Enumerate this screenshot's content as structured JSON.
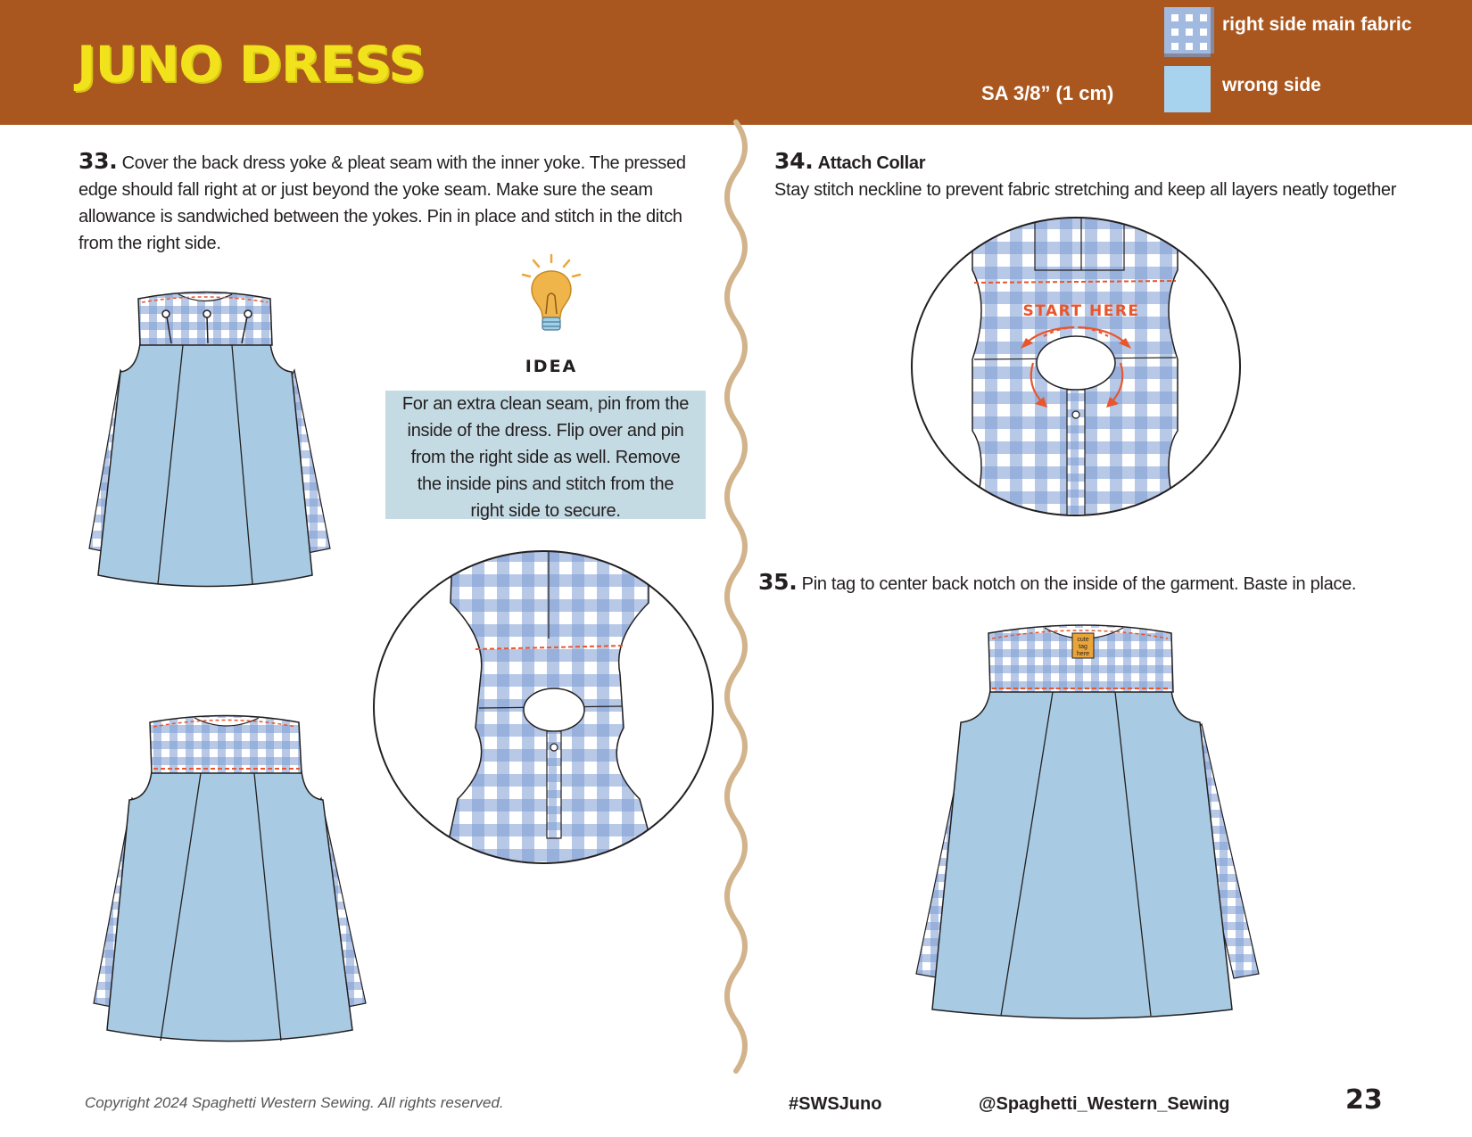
{
  "header": {
    "title": "JUNO DRESS",
    "seam_allowance": "SA 3/8” (1 cm)",
    "legend": [
      {
        "label": "right side main fabric",
        "swatch": "gingham"
      },
      {
        "label": "wrong side",
        "swatch": "light-blue"
      }
    ]
  },
  "colors": {
    "header_bg": "#a9571f",
    "title": "#f2e21c",
    "wrong_side": "#a8cbe3",
    "gingham_blue": "#7b9dd3",
    "idea_box": "#c5dbe4",
    "divider": "#d2b48c",
    "stitch": "#e8562e"
  },
  "steps": [
    {
      "number": "33.",
      "title": "",
      "text": "Cover the back dress yoke & pleat seam with the inner yoke.  The pressed edge should fall right at or just beyond the yoke seam. Make sure the seam allowance is sandwiched between the yokes.  Pin in place and stitch in the ditch from the right side."
    },
    {
      "number": "34.",
      "title": "Attach Collar",
      "text": "Stay stitch neckline to prevent fabric stretching and keep all layers neatly together"
    },
    {
      "number": "35.",
      "title": "",
      "text": "Pin tag to center back notch on the inside of the garment. Baste in place."
    }
  ],
  "idea": {
    "label": "IDEA",
    "icon": "lightbulb-icon",
    "lines": [
      "For an extra clean seam, pin from the",
      "inside of the dress. Flip over and pin",
      "from the right side as well.  Remove",
      "the inside pins and stitch from the",
      "right side to secure."
    ]
  },
  "diagram_labels": {
    "start_here": "START HERE",
    "tag_lines": [
      "cute",
      "tag",
      "here"
    ]
  },
  "footer": {
    "copyright": "Copyright 2024 Spaghetti Western Sewing.  All rights reserved.",
    "hashtag": "#SWSJuno",
    "handle": "@Spaghetti_Western_Sewing",
    "page_number": "23"
  }
}
